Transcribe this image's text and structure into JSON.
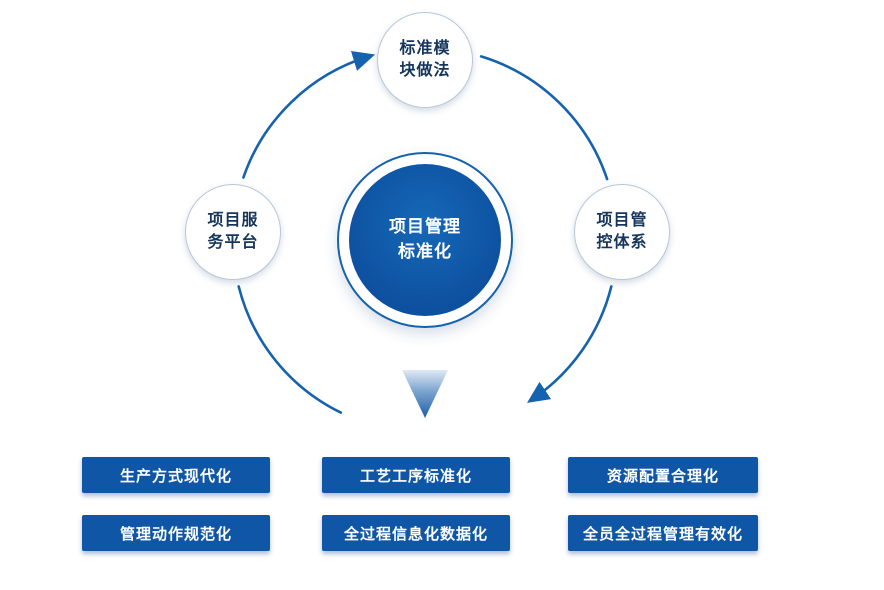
{
  "center": {
    "line1": "项目管理",
    "line2": "标准化"
  },
  "satellites": {
    "top": {
      "line1": "标准模",
      "line2": "块做法"
    },
    "left": {
      "line1": "项目服",
      "line2": "务平台"
    },
    "right": {
      "line1": "项目管",
      "line2": "控体系"
    }
  },
  "outcomes": [
    "生产方式现代化",
    "工艺工序标准化",
    "资源配置合理化",
    "管理动作规范化",
    "全过程信息化数据化",
    "全员全过程管理有效化"
  ],
  "colors": {
    "primary": "#0f57a6",
    "arc": "#1562ae",
    "center-fill": "#0d509f",
    "satellite-border": "#b7c7d8",
    "satellite-text": "#16365c"
  }
}
